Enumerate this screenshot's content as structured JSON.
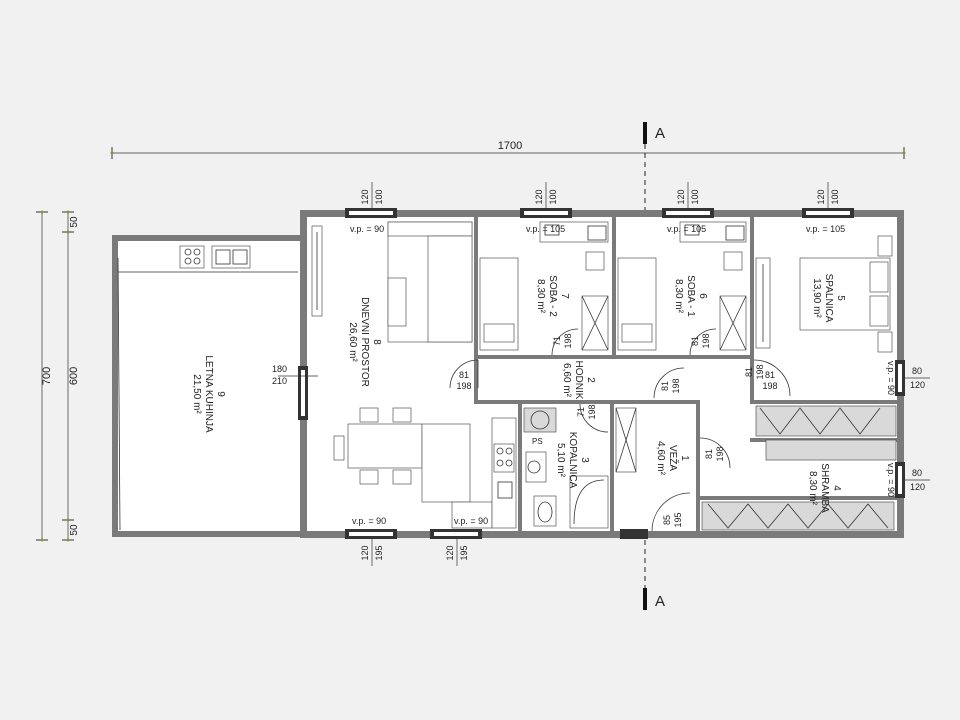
{
  "dimensions": {
    "overall_width": "1700",
    "overall_height": "700",
    "inner_height": "600",
    "top_offset": "50",
    "bottom_offset": "50"
  },
  "section": {
    "label_top": "A",
    "label_bottom": "A"
  },
  "rooms": [
    {
      "number": "9",
      "name": "LETNA KUHINJA",
      "area": "21,50 m²"
    },
    {
      "number": "8",
      "name": "DNEVNI PROSTOR",
      "area": "26,60 m²"
    },
    {
      "number": "7",
      "name": "SOBA - 2",
      "area": "8,30 m²"
    },
    {
      "number": "6",
      "name": "SOBA - 1",
      "area": "8,30 m²"
    },
    {
      "number": "5",
      "name": "SPALNICA",
      "area": "13,90 m²"
    },
    {
      "number": "2",
      "name": "HODNIK",
      "area": "6,60 m²"
    },
    {
      "number": "3",
      "name": "KOPALNICA",
      "area": "5,10 m²"
    },
    {
      "number": "1",
      "name": "VEŽA",
      "area": "4,60 m²"
    },
    {
      "number": "4",
      "name": "SHRAMBA",
      "area": "8,30 m²"
    }
  ],
  "windows": {
    "top": [
      {
        "w": "120",
        "h": "100",
        "sill": "v.p. = 90"
      },
      {
        "w": "120",
        "h": "100",
        "sill": "v.p. = 105"
      },
      {
        "w": "120",
        "h": "100",
        "sill": "v.p. = 105"
      },
      {
        "w": "120",
        "h": "100",
        "sill": "v.p. = 105"
      }
    ],
    "bottom": [
      {
        "w": "120",
        "h": "195",
        "sill": "v.p. = 90"
      },
      {
        "w": "120",
        "h": "195",
        "sill": "v.p. = 90"
      }
    ],
    "right": [
      {
        "w": "80",
        "h": "120",
        "sill": "v.p. = 90"
      },
      {
        "w": "80",
        "h": "120",
        "sill": "v.p. = 90"
      }
    ],
    "living_opening": {
      "w": "180",
      "h": "210"
    }
  },
  "doors": [
    {
      "w": "71",
      "h": "198"
    },
    {
      "w": "81",
      "h": "198"
    },
    {
      "w": "81",
      "h": "198"
    },
    {
      "w": "81",
      "h": "198"
    },
    {
      "w": "81",
      "h": "198"
    },
    {
      "w": "71",
      "h": "198"
    },
    {
      "w": "81",
      "h": "198"
    },
    {
      "w": "81",
      "h": "198"
    },
    {
      "w": "85",
      "h": "195"
    }
  ],
  "fixtures": {
    "ps": "PS"
  }
}
